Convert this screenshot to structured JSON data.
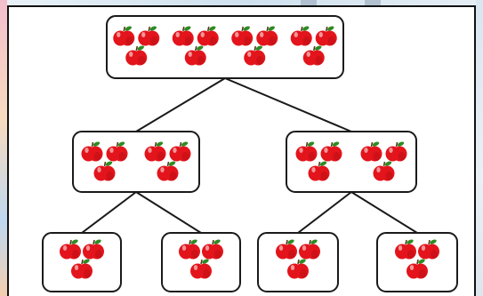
{
  "diagram": {
    "type": "tree",
    "colors": {
      "apple_red": "#e3141b",
      "apple_dark": "#a30b10",
      "leaf_green": "#2e8b22",
      "stem_brown": "#5a3a1a",
      "box_border": "#1a1a1a",
      "line": "#1a1a1a"
    },
    "nodes": [
      {
        "id": "root",
        "apples": 12,
        "apple_icon": "apple-icon"
      },
      {
        "id": "level1-left",
        "apples": 6,
        "apple_icon": "apple-icon"
      },
      {
        "id": "level1-right",
        "apples": 6,
        "apple_icon": "apple-icon"
      },
      {
        "id": "leaf-1",
        "apples": 3,
        "apple_icon": "apple-icon"
      },
      {
        "id": "leaf-2",
        "apples": 3,
        "apple_icon": "apple-icon"
      },
      {
        "id": "leaf-3",
        "apples": 3,
        "apple_icon": "apple-icon"
      },
      {
        "id": "leaf-4",
        "apples": 3,
        "apple_icon": "apple-icon"
      }
    ],
    "edges": [
      [
        "root",
        "level1-left"
      ],
      [
        "root",
        "level1-right"
      ],
      [
        "level1-left",
        "leaf-1"
      ],
      [
        "level1-left",
        "leaf-2"
      ],
      [
        "level1-right",
        "leaf-3"
      ],
      [
        "level1-right",
        "leaf-4"
      ]
    ]
  }
}
